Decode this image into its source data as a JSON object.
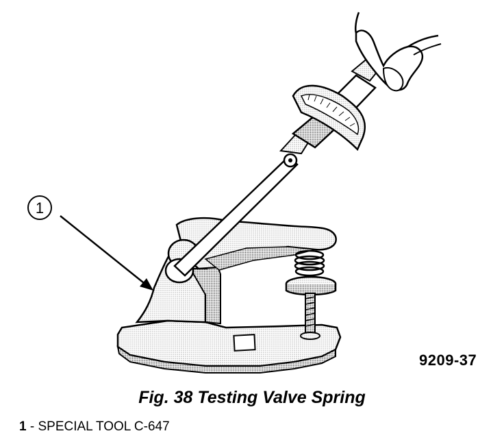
{
  "callouts": [
    {
      "number": "1"
    }
  ],
  "figure_id": "9209-37",
  "caption": "Fig. 38 Testing Valve Spring",
  "legend": [
    {
      "number": "1",
      "separator": " - ",
      "text": "SPECIAL TOOL C-647"
    }
  ]
}
